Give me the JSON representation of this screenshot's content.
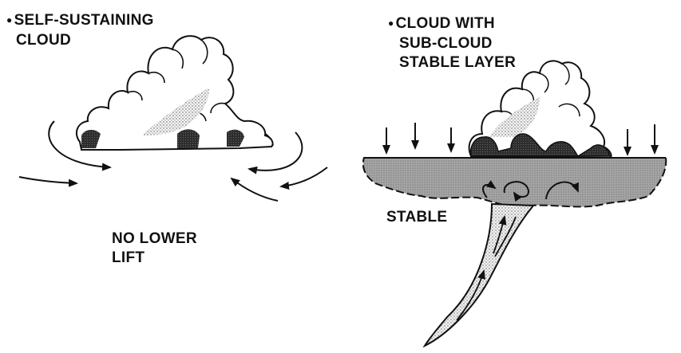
{
  "left_panel": {
    "title_line1": "SELF-SUSTAINING",
    "title_line2": "CLOUD",
    "note_line1": "NO LOWER",
    "note_line2": "LIFT"
  },
  "right_panel": {
    "title_line1": "CLOUD WITH",
    "title_line2": "SUB-CLOUD",
    "title_line3": "STABLE LAYER",
    "layer_label": "STABLE"
  },
  "colors": {
    "ink": "#111111",
    "cloud_shadow": "#2a2a2a",
    "stable_layer": "#9a9a9a",
    "stipple": "#555555"
  }
}
